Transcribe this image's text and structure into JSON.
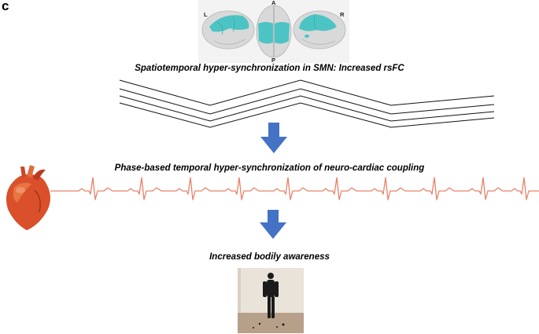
{
  "panel_label": "c",
  "brain": {
    "label_left": "L",
    "label_anterior": "A",
    "label_right": "R",
    "label_posterior": "P",
    "highlight_color": "#4dc4c4"
  },
  "captions": {
    "smn": "Spatiotemporal hyper-synchronization in SMN: Increased rsFC",
    "neuro_cardiac": "Phase-based temporal hyper-synchronization of neuro-cardiac coupling",
    "awareness": "Increased bodily awareness"
  },
  "colors": {
    "arrow": "#4472c4",
    "ecg": "#e8826a",
    "zigzag": "#111111"
  },
  "icons": {
    "heart": "heart-icon",
    "sculpture": "human-figure-sculpture"
  }
}
